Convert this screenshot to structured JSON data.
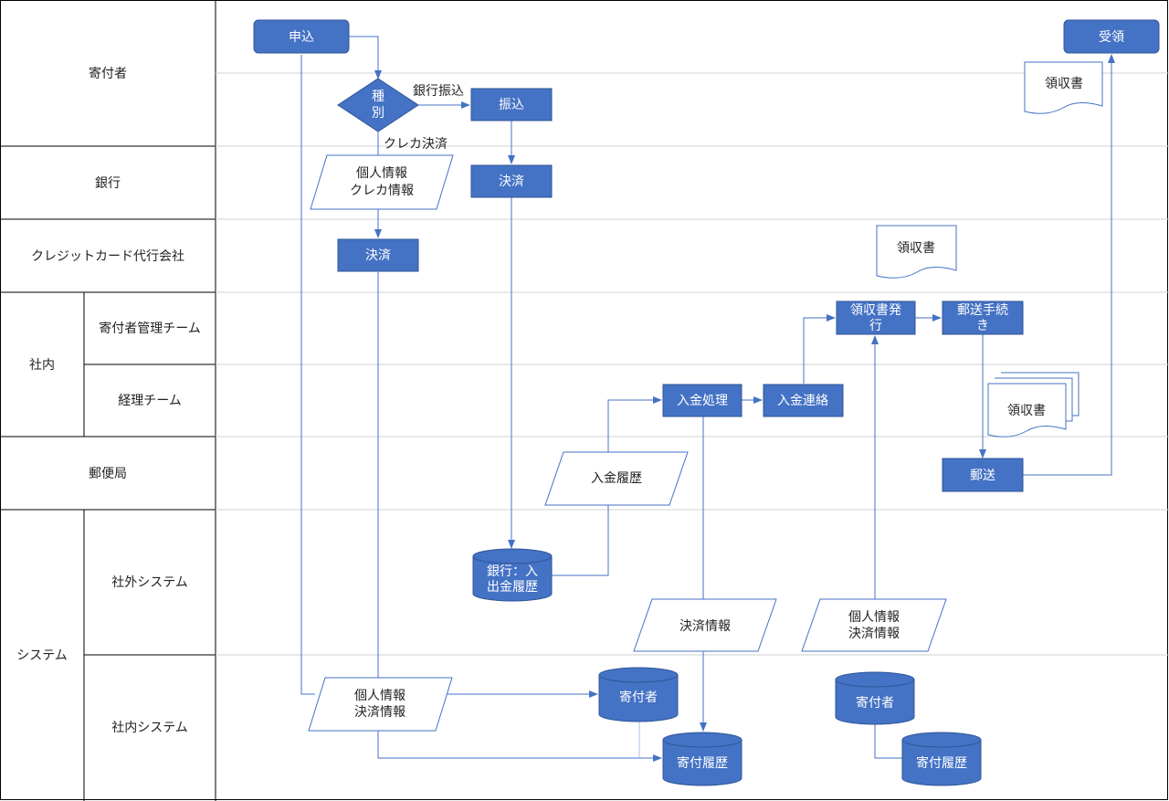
{
  "colors": {
    "node_fill": "#4472c4",
    "node_stroke": "#2f5597",
    "line": "#4472c4",
    "lane_border": "#000000",
    "lane_sep": "#d0d0d0"
  },
  "lanes": {
    "donor": "寄付者",
    "bank": "銀行",
    "card_agent": "クレジットカード代行会社",
    "internal": "社内",
    "donor_mgmt": "寄付者管理チーム",
    "accounting": "経理チーム",
    "post_office": "郵便局",
    "system": "システム",
    "external_system": "社外システム",
    "internal_system": "社内システム"
  },
  "nodes": {
    "apply": "申込",
    "receive": "受領",
    "type_line1": "種",
    "type_line2": "別",
    "transfer": "振込",
    "bank_settle": "決済",
    "card_settle": "決済",
    "personal_card_info_line1": "個人情報",
    "personal_card_info_line2": "クレカ情報",
    "receipt_doc_top": "領収書",
    "receipt_doc_mid": "領収書",
    "receipt_doc_stack": "領収書",
    "issue_receipt_line1": "領収書発",
    "issue_receipt_line2": "行",
    "mail_proc_line1": "郵送手続",
    "mail_proc_line2": "き",
    "payment_processing": "入金処理",
    "payment_notice": "入金連絡",
    "payment_history_data": "入金履歴",
    "mail": "郵送",
    "bank_history_db_line1": "銀行：入",
    "bank_history_db_line2": "出金履歴",
    "settlement_info": "決済情報",
    "personal_settle_info_a_line1": "個人情報",
    "personal_settle_info_a_line2": "決済情報",
    "personal_settle_info_b_line1": "個人情報",
    "personal_settle_info_b_line2": "決済情報",
    "donor_db_a": "寄付者",
    "donor_db_b": "寄付者",
    "donation_history_db_a": "寄付履歴",
    "donation_history_db_b": "寄付履歴"
  },
  "edge_labels": {
    "bank_transfer": "銀行振込",
    "credit_card": "クレカ決済"
  }
}
